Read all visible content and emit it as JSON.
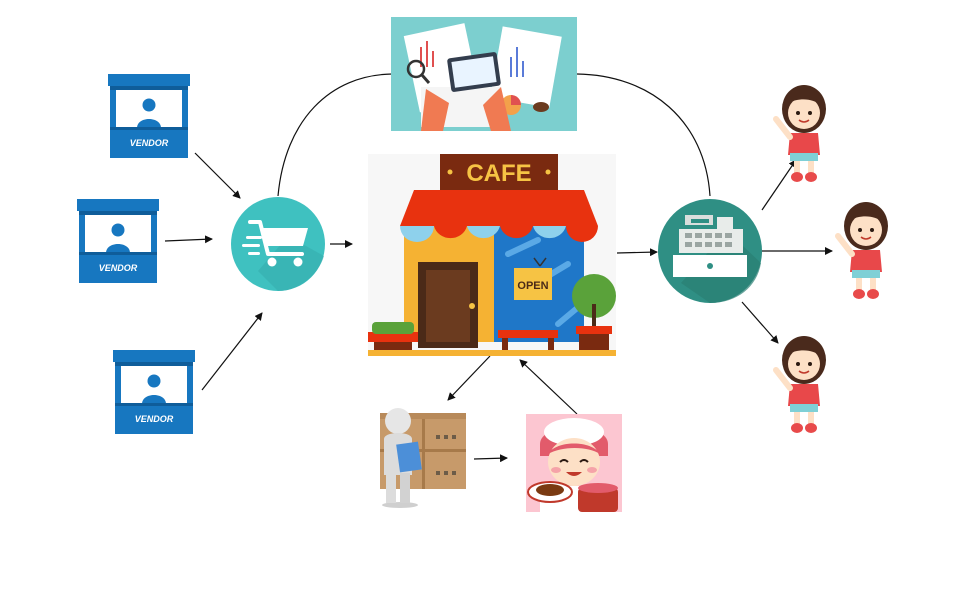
{
  "diagram": {
    "vendors": [
      {
        "label": "VENDOR"
      },
      {
        "label": "VENDOR"
      },
      {
        "label": "VENDOR"
      }
    ],
    "cafe": {
      "sign": "CAFE",
      "door_sign": "OPEN"
    },
    "icons": {
      "cart": "shopping-cart-icon",
      "register": "cash-register-icon",
      "analytics": "analytics-tablet-icon",
      "storage": "storage-boxes-icon",
      "cooking": "cooking-chef-icon",
      "customer": "customer-girl-icon"
    },
    "colors": {
      "vendor_blue": "#1777c0",
      "teal": "#3fc1c0",
      "register_teal": "#2f8f84",
      "awning_red": "#e8320f",
      "awning_blue": "#8ed1ec",
      "cafe_sign": "#7a2a10",
      "sign_text": "#f6c344"
    }
  }
}
